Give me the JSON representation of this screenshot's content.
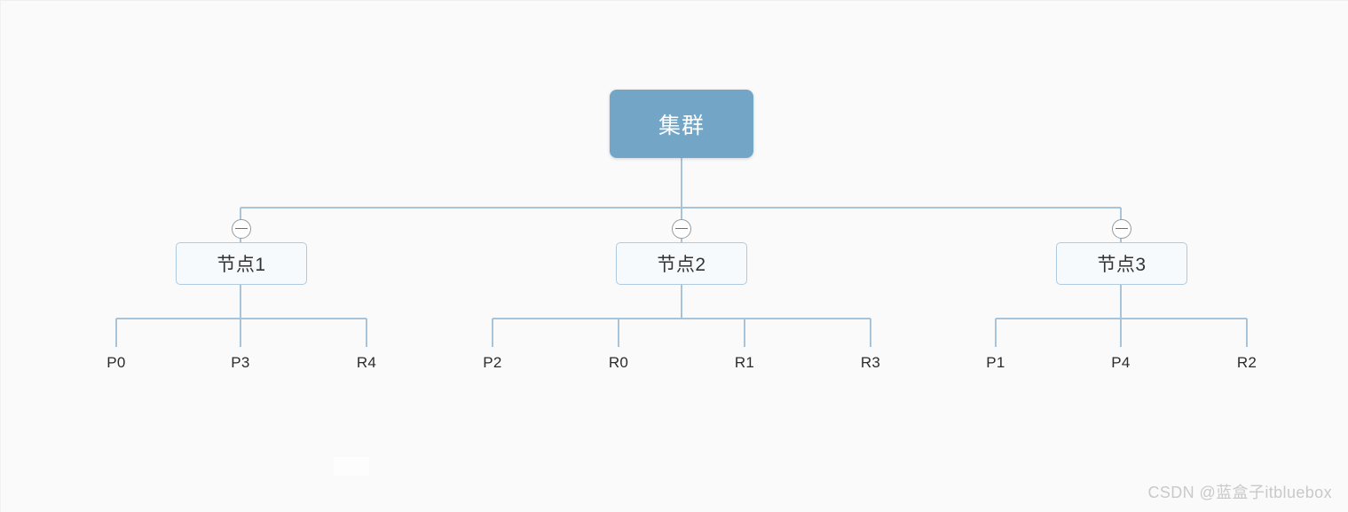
{
  "diagram": {
    "type": "org-tree",
    "orientation": "top-down",
    "root": {
      "label": "集群",
      "fill": "#73a5c6",
      "text_color": "#ffffff"
    },
    "branches": [
      {
        "label": "节点1",
        "toggle": "collapse-minus-icon",
        "children": [
          "P0",
          "P3",
          "R4"
        ]
      },
      {
        "label": "节点2",
        "toggle": "collapse-minus-icon",
        "children": [
          "P2",
          "R0",
          "R1",
          "R3"
        ]
      },
      {
        "label": "节点3",
        "toggle": "collapse-minus-icon",
        "children": [
          "P1",
          "P4",
          "R2"
        ]
      }
    ],
    "connector_color": "#a8c4da",
    "node_border_color": "#afcbe2",
    "node_fill": "#f7fafc",
    "background": "#fafafa"
  },
  "watermark": {
    "text": "CSDN @蓝盒子itbluebox"
  }
}
